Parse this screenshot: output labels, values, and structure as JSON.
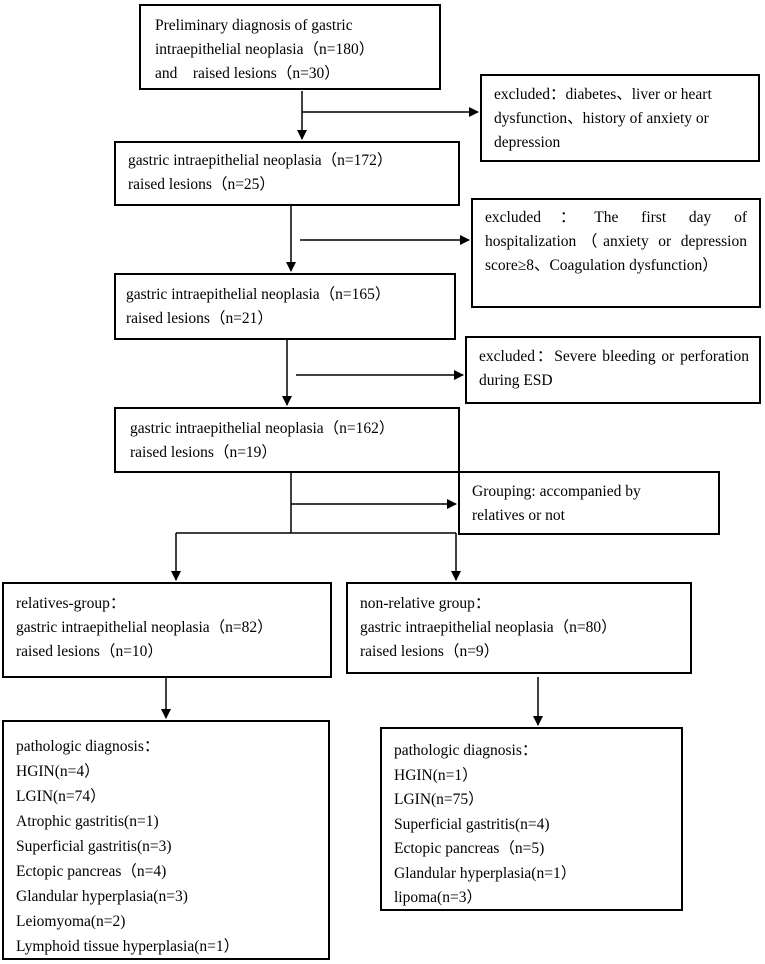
{
  "boxes": {
    "start": {
      "lines": [
        "Preliminary diagnosis of gastric",
        "intraepithelial neoplasia（n=180）",
        "and    raised lesions（n=30）"
      ]
    },
    "exclusion1": {
      "lines": [
        "excluded：diabetes、liver or heart",
        "dysfunction、history of anxiety or",
        "depression"
      ]
    },
    "step2": {
      "lines": [
        "gastric intraepithelial neoplasia（n=172）",
        "raised lesions（n=25）"
      ]
    },
    "exclusion2": {
      "text": "excluded：The first day of hospitalization（anxiety or depression score≥8、Coagulation dysfunction）"
    },
    "step3": {
      "lines": [
        "gastric intraepithelial neoplasia（n=165）",
        "raised lesions（n=21）"
      ]
    },
    "exclusion3": {
      "text": "excluded：Severe bleeding or perforation during ESD"
    },
    "step4": {
      "lines": [
        "gastric intraepithelial neoplasia（n=162）",
        "raised lesions（n=19）"
      ]
    },
    "grouping": {
      "lines": [
        "Grouping: accompanied by",
        "relatives or not"
      ]
    },
    "relatives_group": {
      "lines": [
        "relatives-group：",
        "gastric intraepithelial neoplasia（n=82）",
        "raised lesions（n=10）"
      ]
    },
    "non_relative_group": {
      "lines": [
        "non-relative group：",
        "gastric intraepithelial neoplasia（n=80）",
        "raised lesions（n=9）"
      ]
    },
    "pathology_left": {
      "lines": [
        "pathologic diagnosis：",
        "HGIN(n=4）",
        "LGIN(n=74）",
        "Atrophic gastritis(n=1)",
        "Superficial gastritis(n=3)",
        "Ectopic pancreas（n=4)",
        "Glandular hyperplasia(n=3)",
        "Leiomyoma(n=2)",
        "Lymphoid tissue hyperplasia(n=1）"
      ]
    },
    "pathology_right": {
      "lines": [
        "pathologic diagnosis：",
        "HGIN(n=1）",
        "LGIN(n=75）",
        "Superficial gastritis(n=4)",
        "Ectopic pancreas（n=5)",
        "Glandular hyperplasia(n=1）",
        "lipoma(n=3）"
      ]
    }
  }
}
